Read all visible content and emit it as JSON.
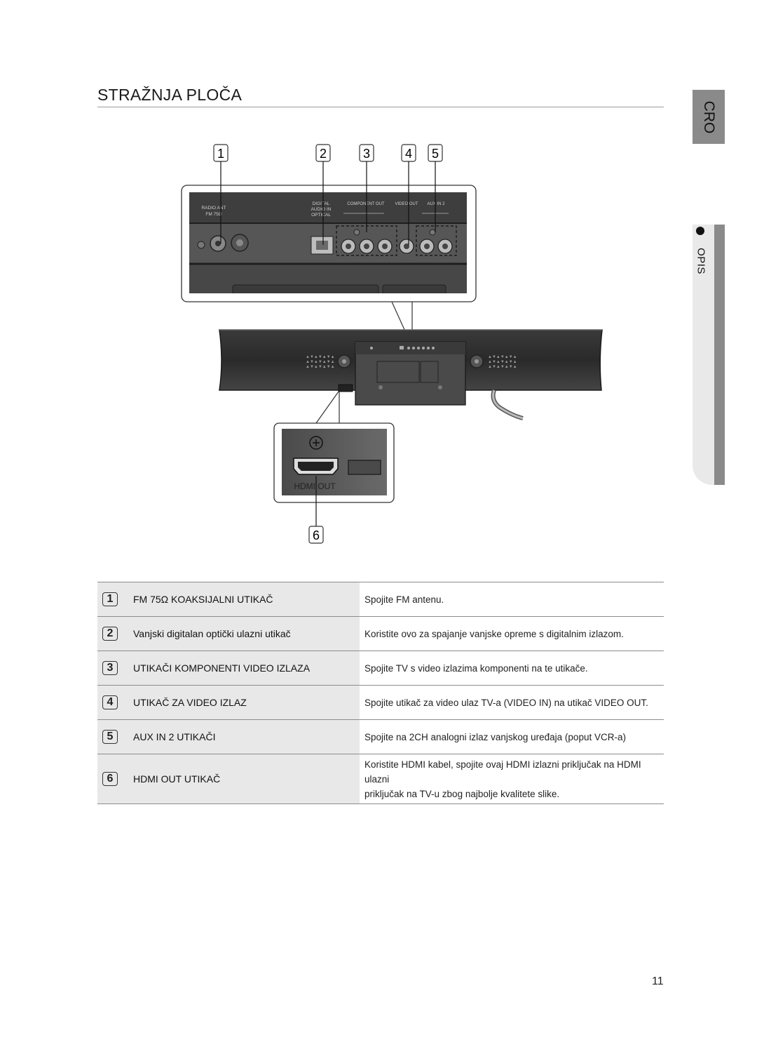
{
  "page": {
    "title": "STRAŽNJA PLOČA",
    "number": "11"
  },
  "sidebar": {
    "language": "CRO",
    "section": "OPIS"
  },
  "diagram": {
    "callouts": [
      "1",
      "2",
      "3",
      "4",
      "5",
      "6"
    ],
    "panel_labels": {
      "radio_ant": "RADIO ANT",
      "fm": "FM 75Ω",
      "digital": "DIGITAL",
      "audio_in": "AUDIO IN",
      "optical": "OPTICAL",
      "component_out": "COMPONENT OUT",
      "video_out": "VIDEO OUT",
      "aux_in_2": "AUX IN 2"
    },
    "hdmi_label": "HDMI OUT"
  },
  "table": {
    "rows": [
      {
        "num": "1",
        "label": "FM 75Ω KOAKSIJALNI UTIKAČ",
        "desc": "Spojite FM antenu."
      },
      {
        "num": "2",
        "label": "Vanjski digitalan optički ulazni utikač",
        "desc": "Koristite ovo za spajanje vanjske opreme s digitalnim izlazom."
      },
      {
        "num": "3",
        "label": "UTIKAČI KOMPONENTI VIDEO IZLAZA",
        "desc": "Spojite TV s video izlazima komponenti na te utikače."
      },
      {
        "num": "4",
        "label": "UTIKAČ ZA VIDEO IZLAZ",
        "desc": "Spojite utikač za video ulaz TV-a (VIDEO IN) na utikač VIDEO OUT."
      },
      {
        "num": "5",
        "label": "AUX IN 2 UTIKAČI",
        "desc": "Spojite na 2CH analogni izlaz vanjskog uređaja (poput VCR-a)"
      },
      {
        "num": "6",
        "label": "HDMI OUT UTIKAČ",
        "desc_line1": "Koristite HDMI kabel, spojite ovaj HDMI izlazni priključak na HDMI ulazni",
        "desc_line2": "priključak na TV-u zbog najbolje kvalitete slike."
      }
    ]
  }
}
